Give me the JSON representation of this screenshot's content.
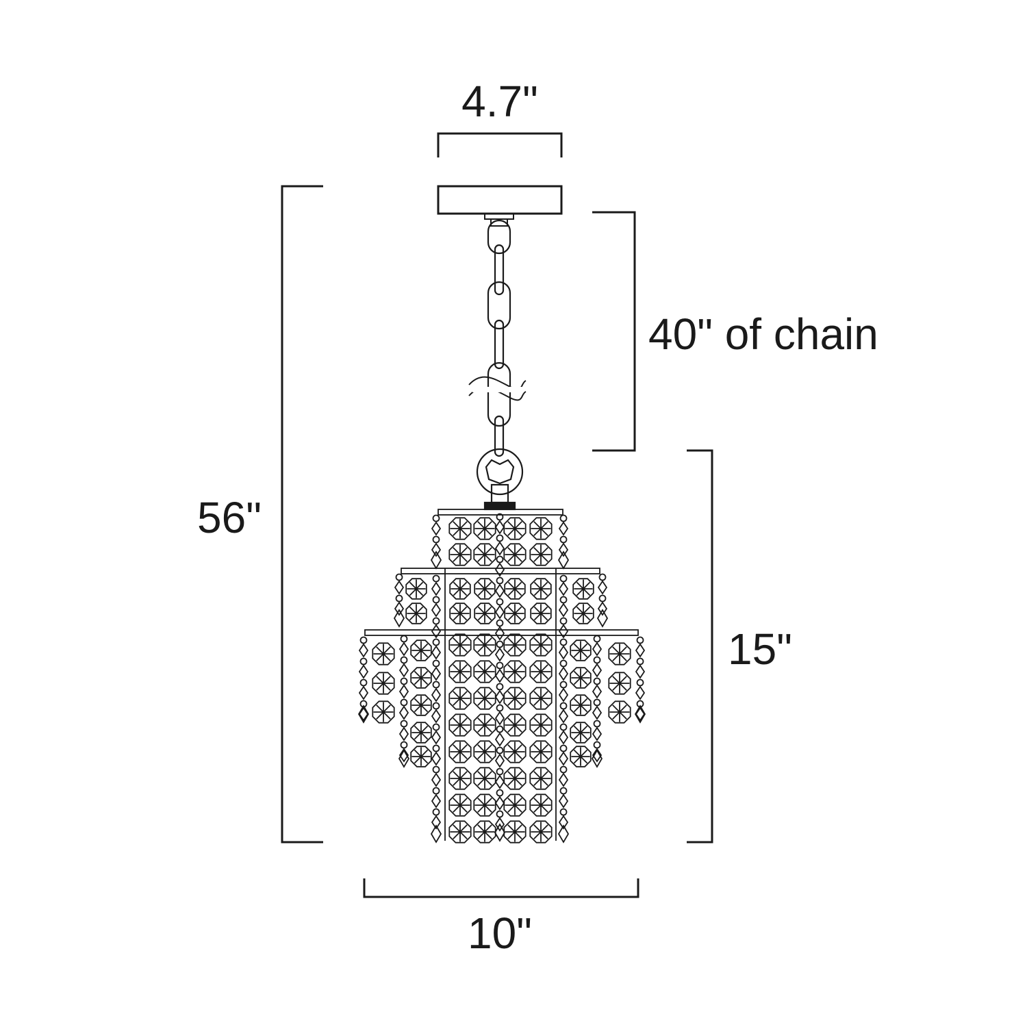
{
  "diagram": {
    "dimensions": {
      "canopy_width": "4.7\"",
      "chain_length": "40\" of chain",
      "overall_height": "56\"",
      "fixture_height": "15\"",
      "fixture_width": "10\""
    },
    "colors": {
      "line": "#1a1a1a",
      "background": "#ffffff"
    }
  }
}
